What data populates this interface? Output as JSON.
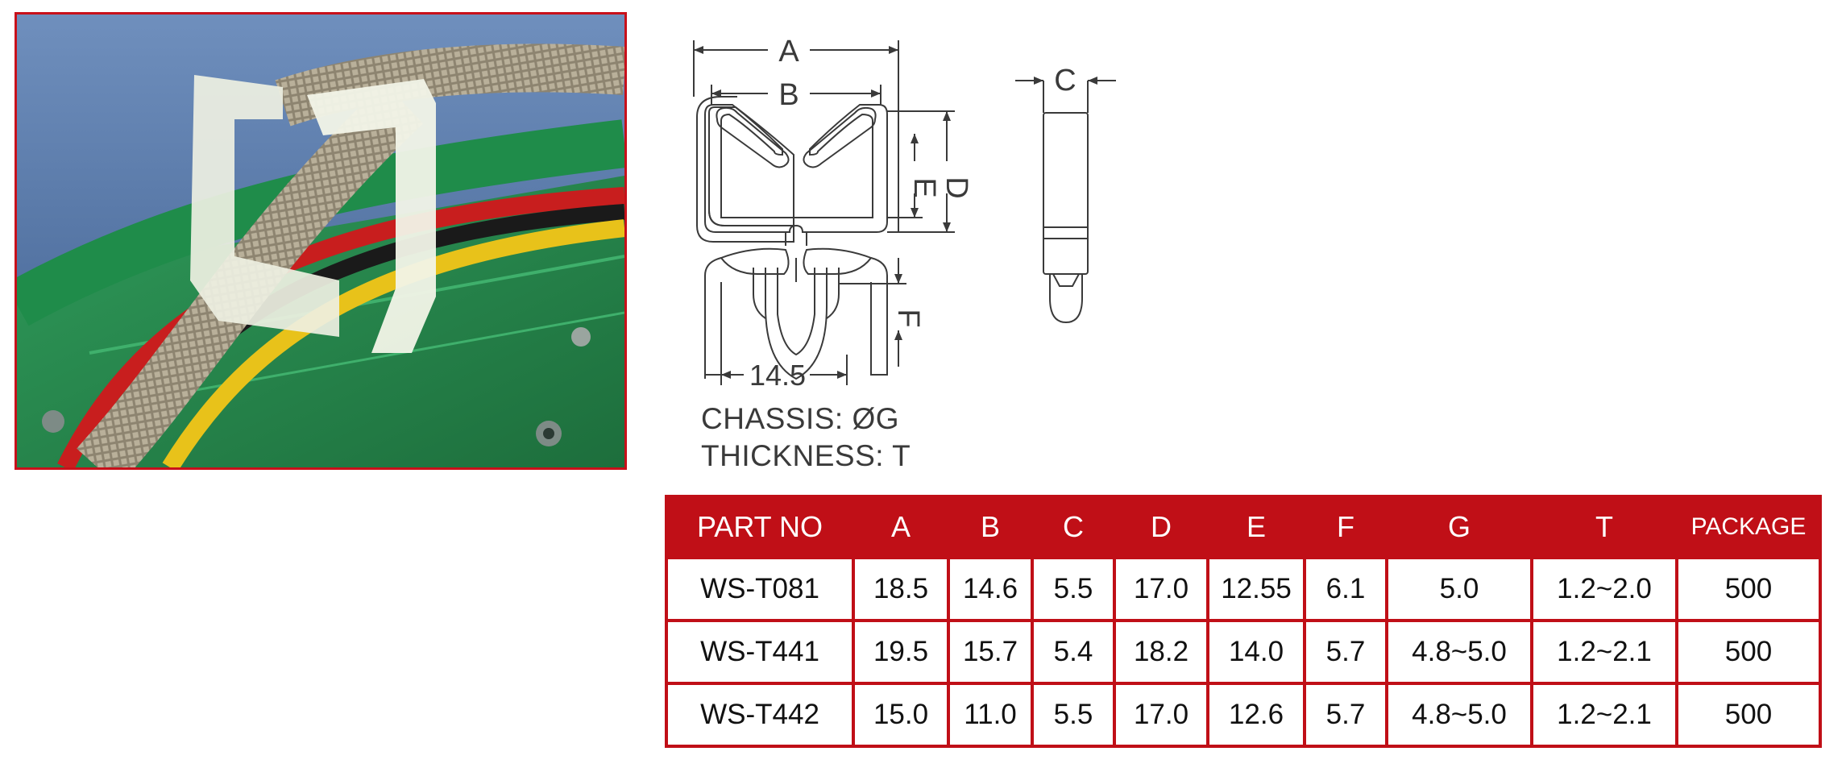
{
  "drawing": {
    "dim_labels": {
      "a": "A",
      "b": "B",
      "c": "C",
      "d": "D",
      "e": "E",
      "f": "F",
      "width": "14.5"
    }
  },
  "notes": {
    "chassis": "CHASSIS: ØG",
    "thickness": "THICKNESS: T"
  },
  "table": {
    "headers": [
      "PART NO",
      "A",
      "B",
      "C",
      "D",
      "E",
      "F",
      "G",
      "T",
      "PACKAGE"
    ],
    "rows": [
      [
        "WS-T081",
        "18.5",
        "14.6",
        "5.5",
        "17.0",
        "12.55",
        "6.1",
        "5.0",
        "1.2~2.0",
        "500"
      ],
      [
        "WS-T441",
        "19.5",
        "15.7",
        "5.4",
        "18.2",
        "14.0",
        "5.7",
        "4.8~5.0",
        "1.2~2.1",
        "500"
      ],
      [
        "WS-T442",
        "15.0",
        "11.0",
        "5.5",
        "17.0",
        "12.6",
        "5.7",
        "4.8~5.0",
        "1.2~2.1",
        "500"
      ]
    ]
  },
  "colors": {
    "accent": "#c00f17",
    "line": "#3a3a3a"
  }
}
